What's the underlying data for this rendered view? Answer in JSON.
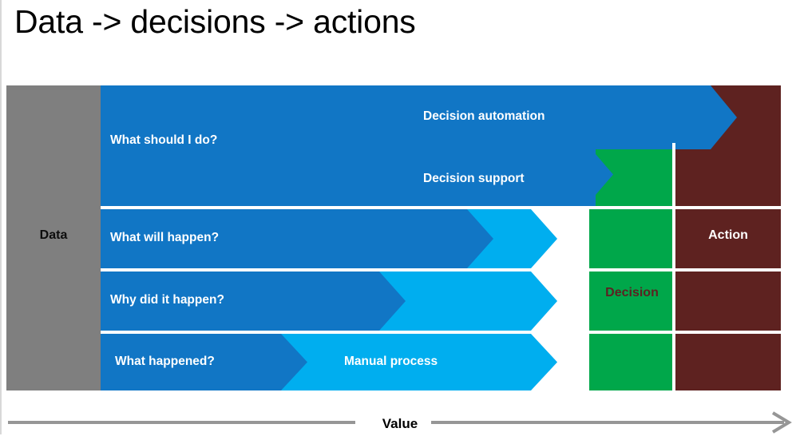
{
  "slide": {
    "title": "Data -> decisions -> actions"
  },
  "columns": {
    "data": {
      "label": "Data",
      "color": "#7f7f7f",
      "text_color": "#0d0d0d"
    },
    "decision": {
      "label": "Decision",
      "color": "#00A74A",
      "text_color": "#5c2222"
    },
    "action": {
      "label": "Action",
      "color": "#5E2220",
      "text_color": "#ffffff"
    }
  },
  "palette": {
    "dark_blue": "#1176C5",
    "light_blue": "#00AEEF",
    "green": "#00A74A",
    "dark_red": "#5E2220",
    "gray": "#7f7f7f",
    "axis_gray": "#969696",
    "white": "#ffffff"
  },
  "bands": [
    {
      "id": "decision-automation",
      "question": "What should I do?",
      "capability": "Decision automation",
      "color": "dark_blue"
    },
    {
      "id": "decision-support",
      "question": "",
      "capability": "Decision support",
      "color": "dark_blue"
    },
    {
      "id": "predictive",
      "question": "What will happen?",
      "capability": "",
      "color": "dark_blue"
    },
    {
      "id": "diagnostic",
      "question": "Why did it happen?",
      "capability": "",
      "color": "dark_blue"
    },
    {
      "id": "descriptive",
      "question": "What happened?",
      "capability": "Manual process",
      "color": "dark_blue"
    }
  ],
  "axis": {
    "label": "Value",
    "direction": "right",
    "color": "#969696"
  }
}
